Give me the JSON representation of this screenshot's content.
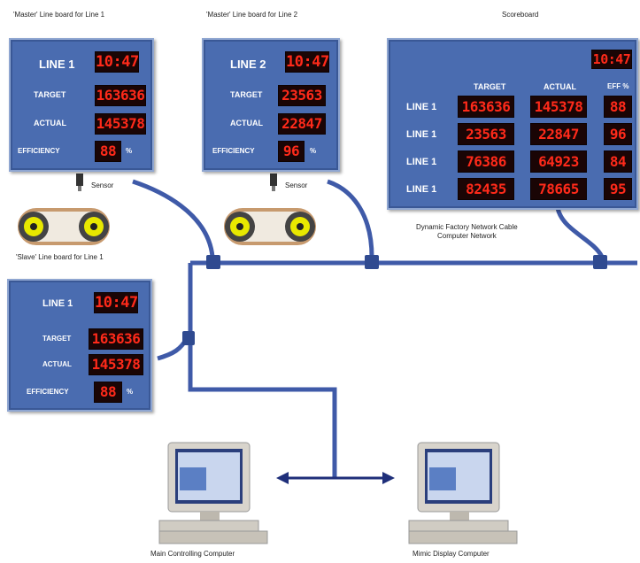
{
  "captions": {
    "master1": "'Master' Line board for Line 1",
    "master2": "'Master' Line board for Line 2",
    "scoreboard": "Scoreboard",
    "sensor1": "Sensor",
    "sensor2": "Sensor",
    "slave1": "'Slave' Line board for Line 1",
    "network": "Dynamic Factory Network Cable\nComputer Network",
    "main_pc": "Main Controlling Computer",
    "mimic_pc": "Mimic Display Computer"
  },
  "boards": {
    "master1": {
      "line": "LINE 1",
      "time": "10:47",
      "target_label": "TARGET",
      "target": "163636",
      "actual_label": "ACTUAL",
      "actual": "145378",
      "eff_label": "EFFICIENCY",
      "eff": "88",
      "pct": "%"
    },
    "master2": {
      "line": "LINE 2",
      "time": "10:47",
      "target_label": "TARGET",
      "target": "23563",
      "actual_label": "ACTUAL",
      "actual": "22847",
      "eff_label": "EFFICIENCY",
      "eff": "96",
      "pct": "%"
    },
    "slave1": {
      "line": "LINE 1",
      "time": "10:47",
      "target_label": "TARGET",
      "target": "163636",
      "actual_label": "ACTUAL",
      "actual": "145378",
      "eff_label": "EFFICIENCY",
      "eff": "88",
      "pct": "%"
    }
  },
  "scoreboard": {
    "time": "10:47",
    "headers": [
      "TARGET",
      "ACTUAL",
      "EFF %"
    ],
    "rows": [
      {
        "line": "LINE 1",
        "target": "163636",
        "actual": "145378",
        "eff": "88"
      },
      {
        "line": "LINE 1",
        "target": "23563",
        "actual": "22847",
        "eff": "96"
      },
      {
        "line": "LINE 1",
        "target": "76386",
        "actual": "64923",
        "eff": "84"
      },
      {
        "line": "LINE 1",
        "target": "82435",
        "actual": "78665",
        "eff": "95"
      }
    ]
  },
  "colors": {
    "board": "#4a6cb0",
    "led_text": "#ff2a1a",
    "cable": "#3f5aa8",
    "arrow": "#1f2f7a"
  }
}
